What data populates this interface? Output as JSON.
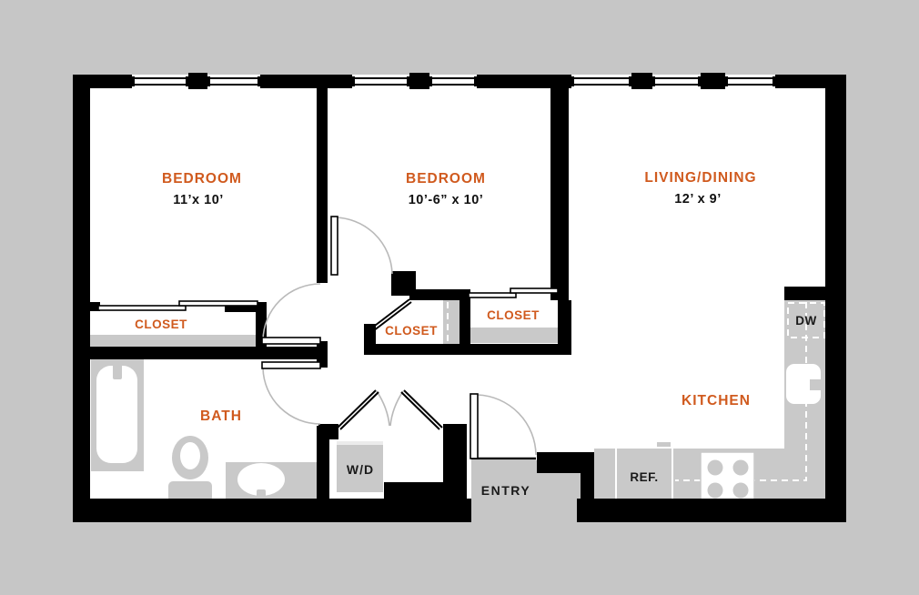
{
  "colors": {
    "background": "#c6c6c6",
    "wall": "#000000",
    "floor": "#ffffff",
    "fixture": "#c9c9c9",
    "accent_orange": "#d05a1e",
    "door_arc": "#b9b9b9",
    "text_dark": "#1a1a1a"
  },
  "rooms": {
    "bedroom1": {
      "label": "BEDROOM",
      "dimensions": "11’x 10’"
    },
    "bedroom2": {
      "label": "BEDROOM",
      "dimensions": "10’-6” x 10’"
    },
    "living_dining": {
      "label": "LIVING/DINING",
      "dimensions": "12’ x 9’"
    },
    "kitchen": {
      "label": "KITCHEN"
    },
    "bath": {
      "label": "BATH"
    },
    "entry": {
      "label": "ENTRY"
    },
    "closet_bedroom1": {
      "label": "CLOSET"
    },
    "closet_hall": {
      "label": "CLOSET"
    },
    "closet_bedroom2": {
      "label": "CLOSET"
    }
  },
  "appliances": {
    "washer_dryer": {
      "label": "W/D"
    },
    "refrigerator": {
      "label": "REF."
    },
    "dishwasher": {
      "label": "DW"
    }
  }
}
